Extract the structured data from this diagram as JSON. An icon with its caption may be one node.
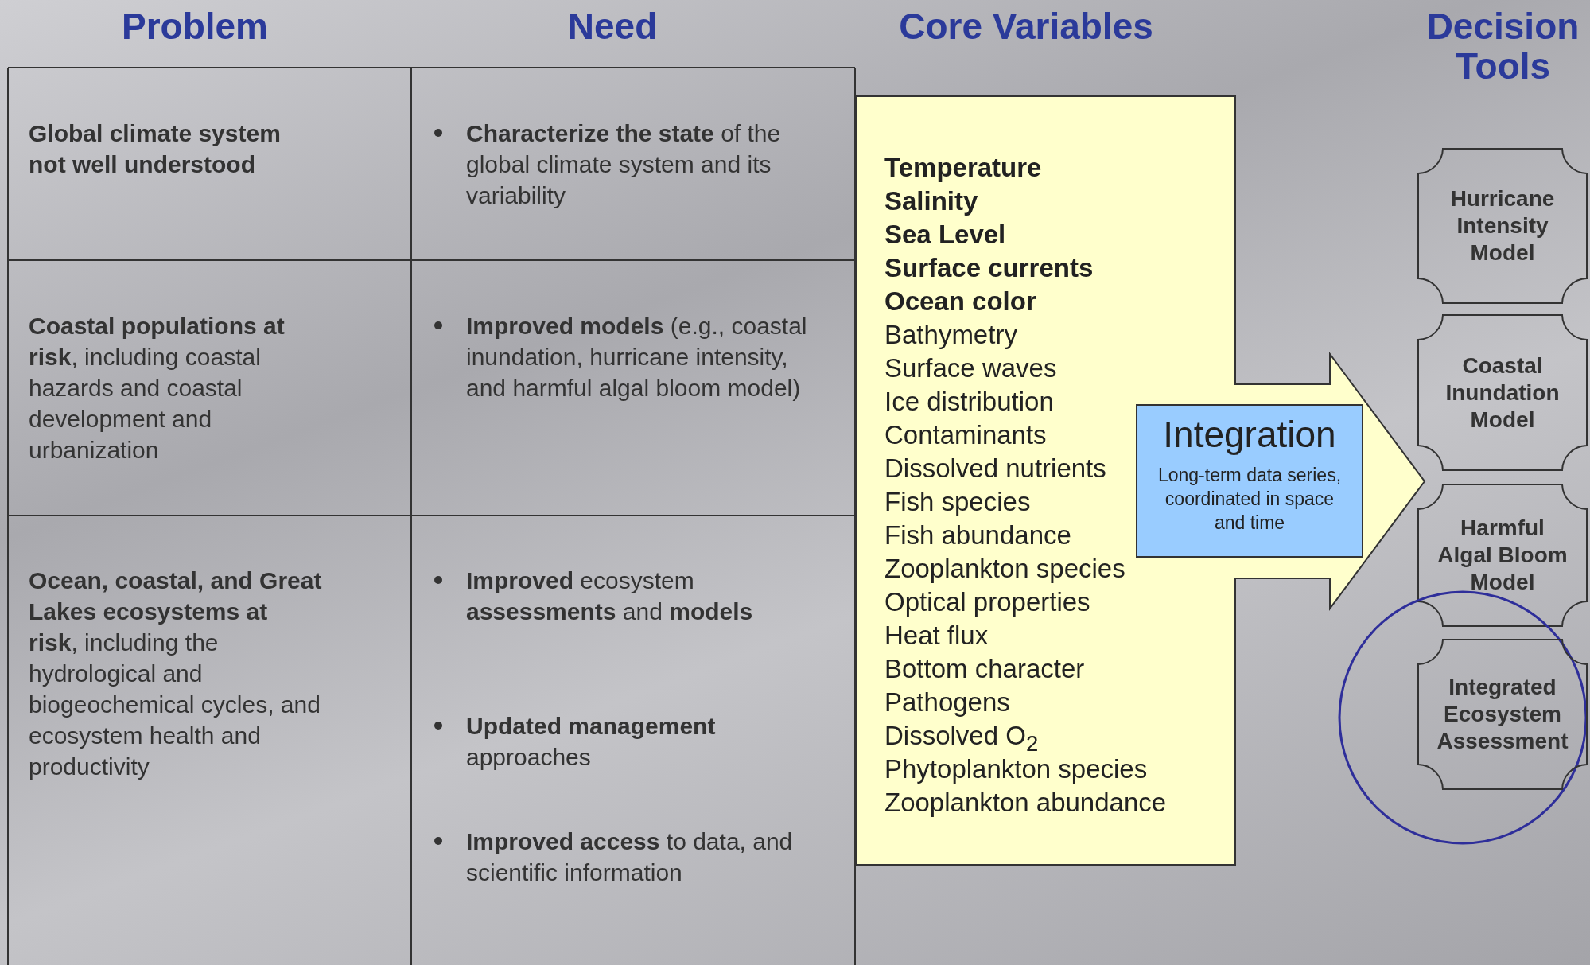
{
  "diagram": {
    "nodes": [
      {
        "text": [
          "Temperature",
          "Salinity",
          "Sea Level",
          "Surface currents",
          "Ocean color",
          "Bathymetry",
          "Surface waves",
          "Ice distribution",
          "Contaminants",
          "Dissolved nutrients",
          "Fish species",
          "Fish abundance",
          "Zooplankton species",
          "Optical properties",
          "Heat flux",
          "Bottom character",
          "Pathogens",
          "Dissolved O$_{2}$",
          "Phytoplankton species",
          "Zooplankton abundance"
        ]
      },
      {
        "text": [
          "Integration",
          "Long-term data series, coordinated in space and time"
        ],
        "in": 0
      },
      {
        "text": [
          "Hurricane Intensity Model"
        ]
      },
      {
        "text": [
          "Coastal Inundation Model"
        ]
      },
      {
        "text": [
          "Harmful Algal Bloom Model"
        ]
      },
      {
        "text": [],
        "shape": "circle"
      },
      {
        "text": [
          "Integrated Ecosystem Assessment"
        ],
        "in": 5
      }
    ],
    "labels": [
      "Problem",
      "Need",
      "Core Variables",
      "Decision Tools",
      "Global climate system not well understood",
      "**Characterize the state** of the global climate system and its variability",
      "**Coastal populations at risk**, including coastal hazards and coastal development and urbanization",
      "**Improved models** (e.g., coastal inundation, hurricane intensity, and harmful algal bloom model)",
      "**Ocean, coastal, and Great Lakes ecosystems at risk**, including the hydrological and biogeochemical cycles, and ecosystem health and productivity",
      "**Improved** ecosystem **assessments** and **models**",
      "**Updated management** approaches",
      "**Improved access** to data, and scientific information"
    ]
  }
}
